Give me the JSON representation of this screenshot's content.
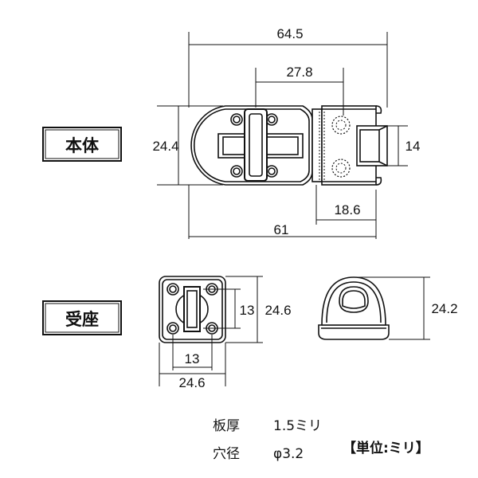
{
  "labels": {
    "body": "本体",
    "receiver": "受座"
  },
  "dimensions": {
    "body_total_width": "64.5",
    "body_partial_width": "27.8",
    "body_height": "24.4",
    "body_slot_height": "14",
    "body_right_width": "18.6",
    "body_base_width": "61",
    "receiver_inner_height": "13",
    "receiver_height": "24.6",
    "receiver_inner_width": "13",
    "receiver_width": "24.6",
    "receiver_side_height": "24.2"
  },
  "specs": {
    "thickness_label": "板厚",
    "thickness_value": "1.5ミリ",
    "hole_label": "穴径",
    "hole_value": "φ3.2",
    "unit_note": "【単位:ミリ】"
  }
}
